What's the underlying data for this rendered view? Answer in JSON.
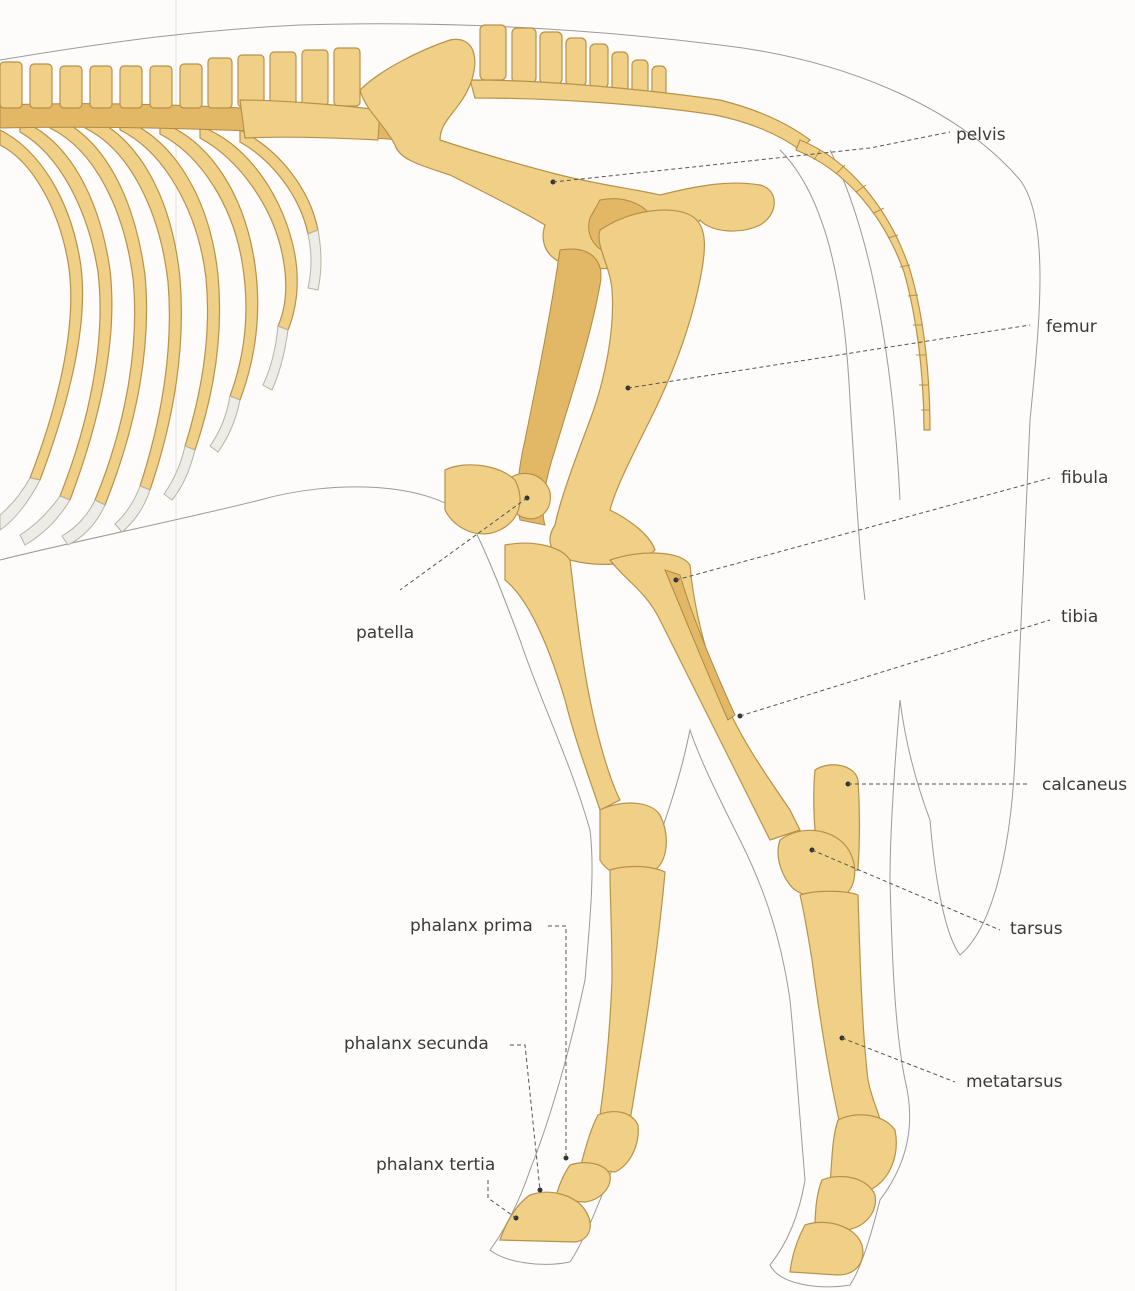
{
  "labels": {
    "pelvis": "pelvis",
    "femur": "femur",
    "fibula": "fibula",
    "patella": "patella",
    "tibia": "tibia",
    "calcaneus": "calcaneus",
    "tarsus": "tarsus",
    "phalanx_prima": "phalanx prima",
    "phalanx_secunda": "phalanx secunda",
    "phalanx_tertia": "phalanx tertia",
    "metatarsus": "metatarsus"
  },
  "colors": {
    "bone": "#f0cf86",
    "bone_outline": "#b8924a",
    "cartilage": "#eeece6",
    "body_outline": "#9a9a9a",
    "label_text": "#3a3a3a"
  }
}
